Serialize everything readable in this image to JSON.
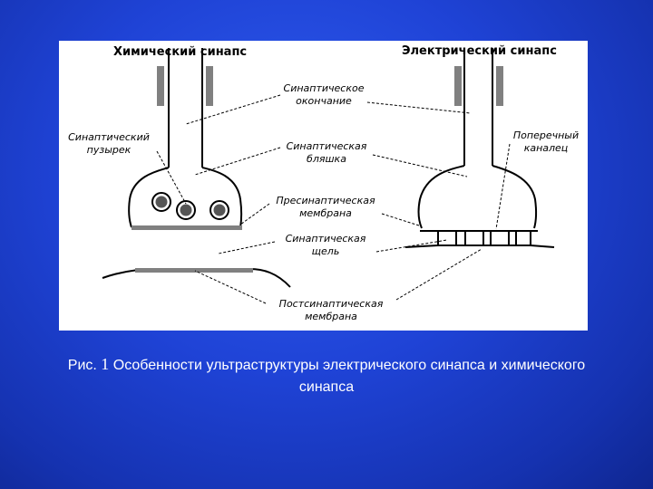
{
  "diagram": {
    "title_chemical": "Химический синапс",
    "title_electrical": "Электрический синапс",
    "labels": {
      "terminal_1": "Синаптическое",
      "terminal_2": "окончание",
      "vesicle_1": "Синаптический",
      "vesicle_2": "пузырек",
      "channel_1": "Поперечный",
      "channel_2": "каналец",
      "plaque_1": "Синаптическая",
      "plaque_2": "бляшка",
      "presyn_1": "Пресинаптическая",
      "presyn_2": "мембрана",
      "cleft_1": "Синаптическая",
      "cleft_2": "щель",
      "postsyn_1": "Постсинаптическая",
      "postsyn_2": "мембрана"
    },
    "colors": {
      "figure_bg": "#ffffff",
      "membrane": "#808080",
      "outline": "#000000",
      "slide_bg": "#1f43d6"
    }
  },
  "caption": {
    "prefix": "Рис.",
    "number": "1",
    "line1_text": "Особенности ультраструктуры электрического синапса  и химического",
    "line2_text": "синапса"
  }
}
